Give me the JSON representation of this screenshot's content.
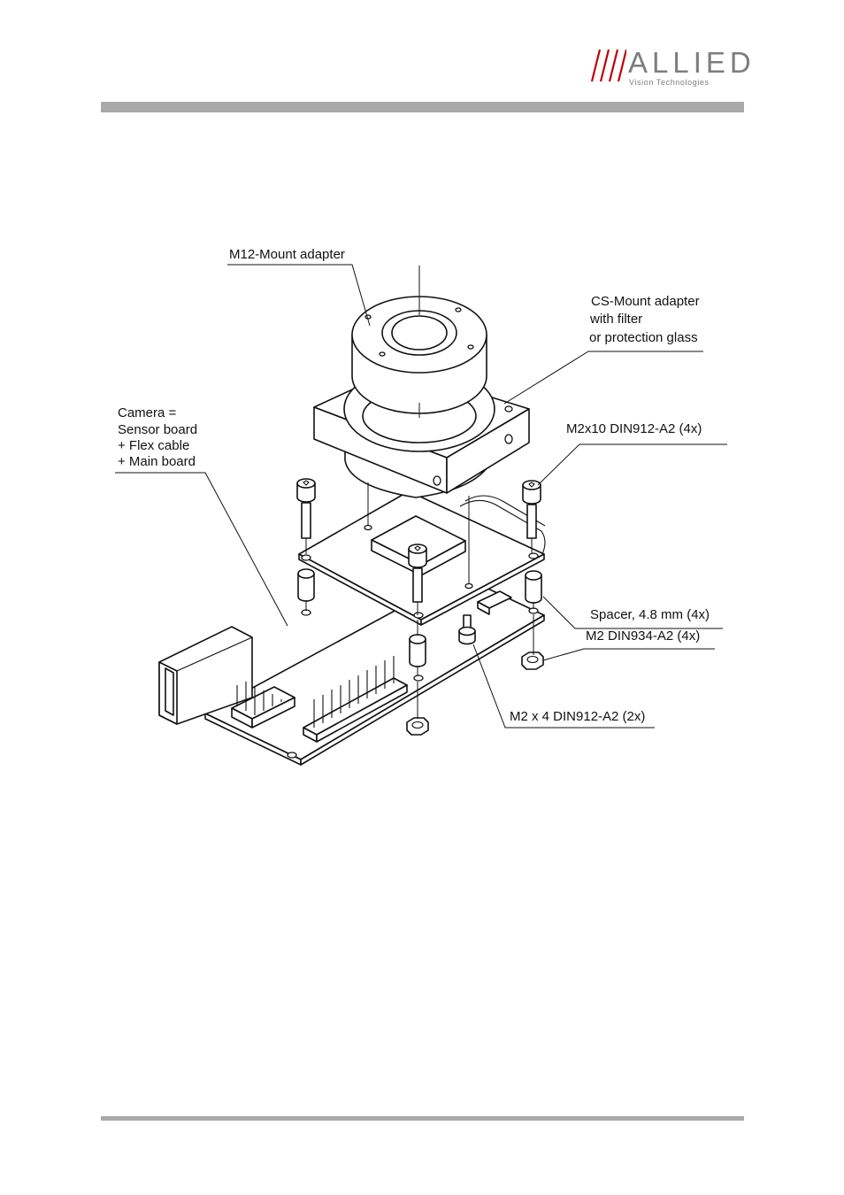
{
  "header": {
    "logo_word": "ALLIED",
    "logo_tagline": "Vision Technologies",
    "logo_color": "#7d7d7d",
    "logo_slash_color": "#c00000",
    "rule_color": "#a9a9a9"
  },
  "diagram": {
    "labels": {
      "m12_mount": "M12-Mount adapter",
      "cs_mount_1": "CS-Mount adapter",
      "cs_mount_2": "with filter",
      "cs_mount_3": "or protection glass",
      "camera_1": "Camera =",
      "camera_2": "Sensor board",
      "camera_3": "+ Flex cable",
      "camera_4": "+ Main board",
      "screw_m2x10": "M2x10 DIN912-A2  (4x)",
      "spacer": "Spacer, 4.8 mm (4x)",
      "nut": "M2 DIN934-A2 (4x)",
      "screw_m2x4": "M2 x 4 DIN912-A2 (2x)"
    }
  }
}
